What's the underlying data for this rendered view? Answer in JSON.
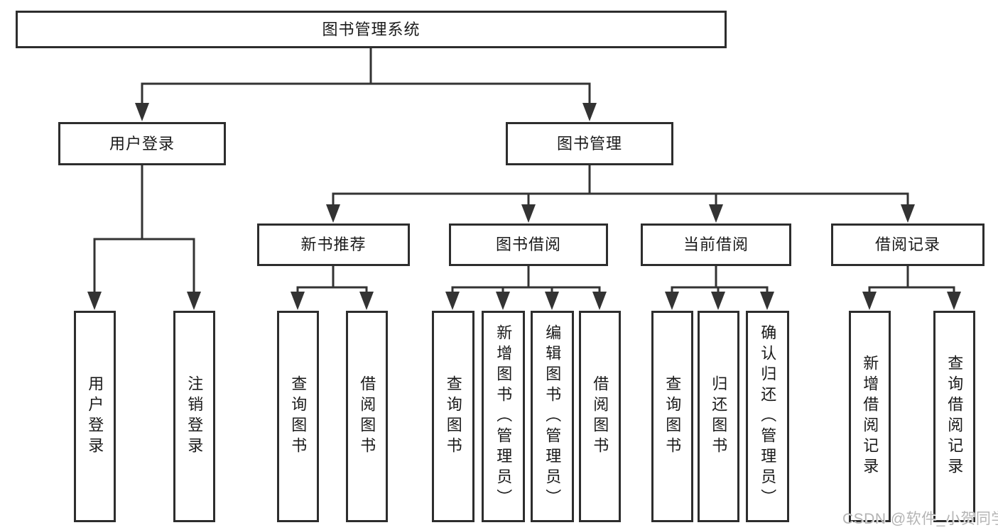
{
  "diagram": {
    "tree": {
      "label": "图书管理系统",
      "children": [
        {
          "label": "用户登录",
          "children": [
            {
              "label": "用户登录"
            },
            {
              "label": "注销登录"
            }
          ]
        },
        {
          "label": "图书管理",
          "children": [
            {
              "label": "新书推荐",
              "children": [
                {
                  "label": "查询图书"
                },
                {
                  "label": "借阅图书"
                }
              ]
            },
            {
              "label": "图书借阅",
              "children": [
                {
                  "label": "查询图书"
                },
                {
                  "label": "新增图书（管理员）"
                },
                {
                  "label": "编辑图书（管理员）"
                },
                {
                  "label": "借阅图书"
                }
              ]
            },
            {
              "label": "当前借阅",
              "children": [
                {
                  "label": "查询图书"
                },
                {
                  "label": "归还图书"
                },
                {
                  "label": "确认归还（管理员）"
                }
              ]
            },
            {
              "label": "借阅记录",
              "children": [
                {
                  "label": "新增借阅记录"
                },
                {
                  "label": "查询借阅记录"
                }
              ]
            }
          ]
        }
      ]
    },
    "colors": {
      "line": "#333333",
      "box_border": "#2d2d2d",
      "box_background": "#ffffff",
      "text": "#1a1a1a",
      "watermark": "#b4b4b4"
    }
  },
  "watermark": {
    "text": "CSDN @软件_小贺同学"
  }
}
